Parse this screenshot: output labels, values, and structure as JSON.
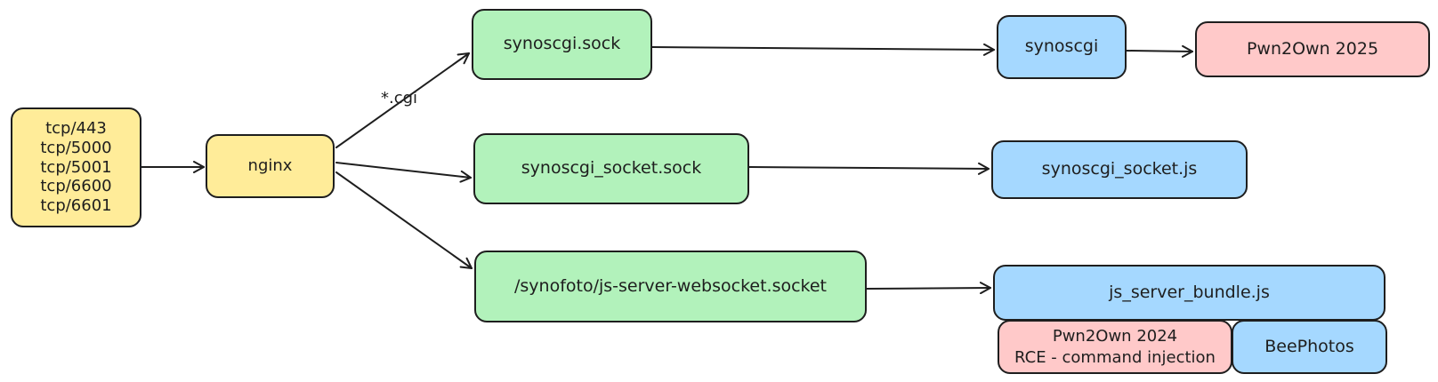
{
  "nodes": {
    "ports": "tcp/443\ntcp/5000\ntcp/5001\ntcp/6600\ntcp/6601",
    "nginx": "nginx",
    "synoscgi_sock": "synoscgi.sock",
    "synoscgi_socket_sock": "synoscgi_socket.sock",
    "websocket_socket": "/synofoto/js-server-websocket.socket",
    "synoscgi": "synoscgi",
    "pwn2own_2025": "Pwn2Own 2025",
    "synoscgi_socket_js": "synoscgi_socket.js",
    "js_server_bundle": "js_server_bundle.js",
    "pwn2own_2024": "Pwn2Own 2024\nRCE - command injection",
    "beephotos": "BeePhotos"
  },
  "edge_labels": {
    "cgi": "*.cgi"
  },
  "colors": {
    "stroke": "#1e1e1e",
    "yellow": "#ffec99",
    "green": "#b2f2bb",
    "blue": "#a5d8ff",
    "red": "#ffc9c9"
  }
}
